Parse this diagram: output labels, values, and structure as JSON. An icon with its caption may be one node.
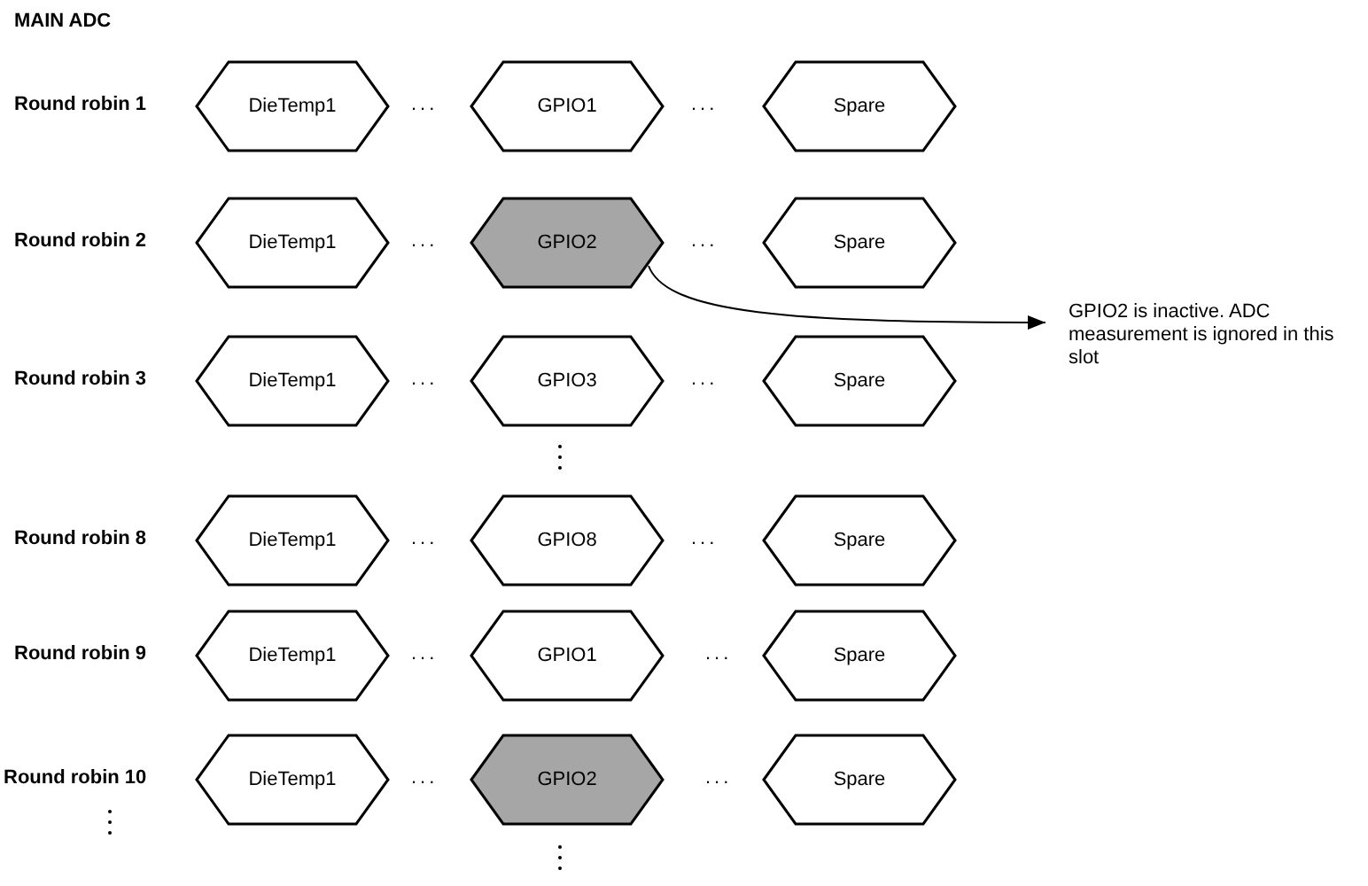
{
  "diagram": {
    "title": "MAIN ADC",
    "nodes": [
      {
        "text": [
          "DieTemp1"
        ]
      },
      {
        "text": [
          "GPIO1"
        ]
      },
      {
        "text": [
          "Spare"
        ]
      },
      {
        "text": [
          "DieTemp1"
        ]
      },
      {
        "text": [
          "GPIO2"
        ]
      },
      {
        "text": [
          "Spare"
        ]
      },
      {
        "text": [
          "DieTemp1"
        ]
      },
      {
        "text": [
          "GPIO3"
        ]
      },
      {
        "text": [
          "Spare"
        ]
      },
      {
        "text": [
          "DieTemp1"
        ]
      },
      {
        "text": [
          "GPIO8"
        ]
      },
      {
        "text": [
          "Spare"
        ]
      },
      {
        "text": [
          "DieTemp1"
        ]
      },
      {
        "text": [
          "GPIO1"
        ]
      },
      {
        "text": [
          "Spare"
        ]
      },
      {
        "text": [
          "DieTemp1"
        ]
      },
      {
        "text": [
          "GPIO2"
        ]
      },
      {
        "text": [
          "Spare"
        ]
      },
      {
        "text": [
          "GPIO2 is inactive.  ADC measurement is ignored in this slot"
        ]
      }
    ],
    "edges": [
      {
        "from": 4,
        "to": 18,
        "arrow": "to"
      }
    ],
    "labels": [
      "Round robin 1",
      "...",
      "...",
      "Round robin 2",
      "...",
      "...",
      "Round robin 3",
      "...",
      "...",
      "Round robin 8",
      "...",
      "...",
      "Round robin 9",
      "...",
      "...",
      "Round robin 10",
      "...",
      "..."
    ]
  }
}
